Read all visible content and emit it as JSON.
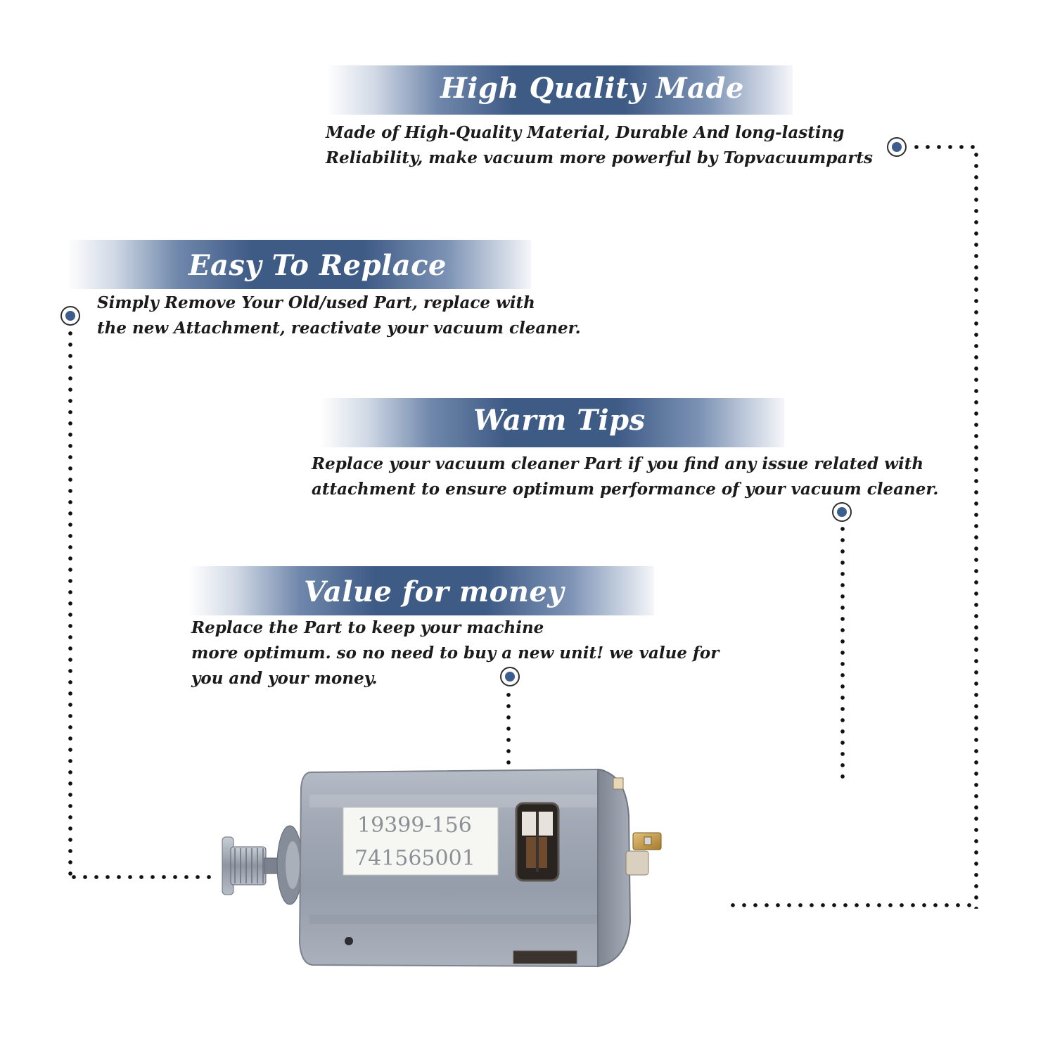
{
  "sections": {
    "high_quality": {
      "title": "High Quality Made",
      "lines": [
        "Made of  High-Quality Material, Durable And long-lasting",
        "Reliability, make vacuum more powerful by Topvacuumparts"
      ]
    },
    "easy_replace": {
      "title": "Easy To Replace",
      "lines": [
        "Simply Remove Your Old/used Part, replace with",
        "the new Attachment, reactivate your vacuum cleaner."
      ]
    },
    "warm_tips": {
      "title": "Warm Tips",
      "lines": [
        "Replace your vacuum cleaner Part if you find any issue related with",
        " attachment to ensure optimum performance of your vacuum cleaner."
      ]
    },
    "value_money": {
      "title": "Value for money",
      "lines": [
        "Replace the Part to keep your machine",
        "more optimum. so no need to buy a new unit! we value for",
        "you and your money."
      ]
    }
  },
  "product": {
    "label_line1": "19399-156",
    "label_line2": "741565001"
  },
  "colors": {
    "banner_blue": "#3e5b86",
    "bullet_fill": "#3d5d8d",
    "text": "#1b1b1b"
  }
}
